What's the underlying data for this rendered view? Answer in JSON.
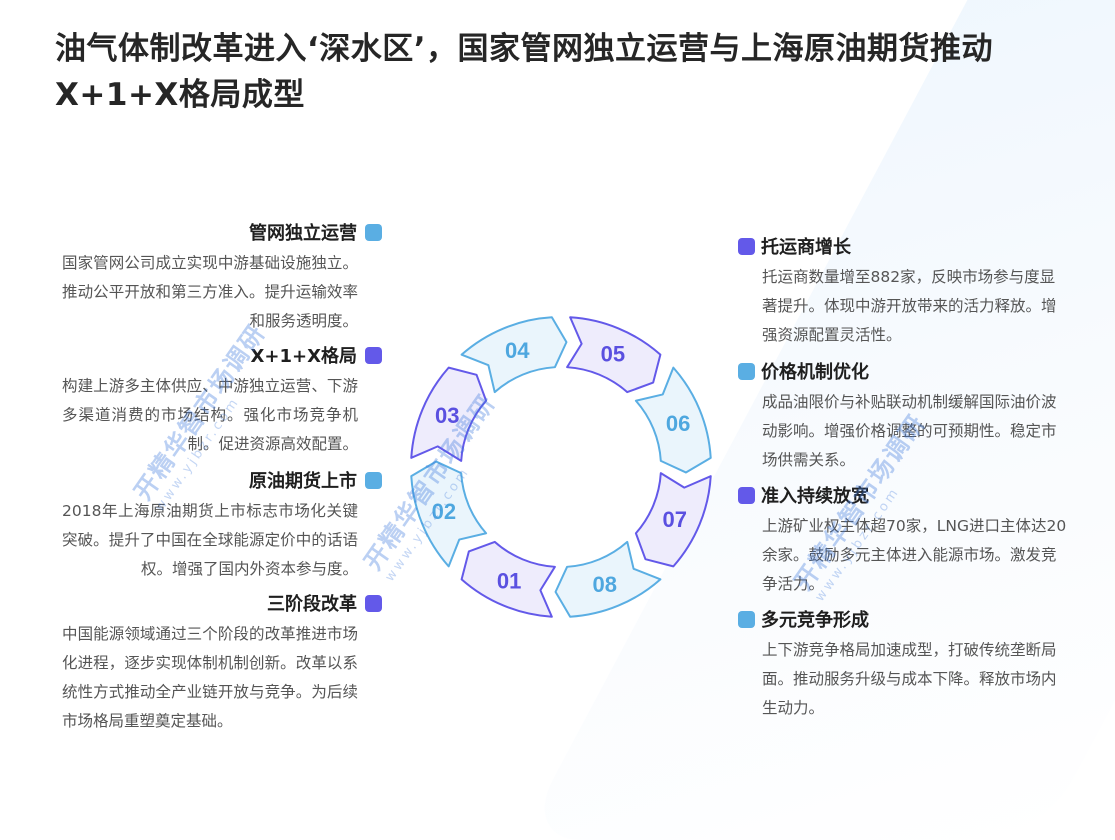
{
  "title": "油气体制改革进入‘深水区’，国家管网独立运营与上海原油期货推动X+1+X格局成型",
  "colors": {
    "blue_marker": "#5aaee3",
    "purple_marker": "#6359e9",
    "blue_fill": "#eaf5fc",
    "purple_fill": "#eeecfc",
    "title_text": "#262626",
    "body_text": "#555555"
  },
  "left_items": [
    {
      "title": "管网独立运营",
      "marker": "blue",
      "text": "国家管网公司成立实现中游基础设施独立。推动公平开放和第三方准入。提升运输效率和服务透明度。"
    },
    {
      "title": "X+1+X格局",
      "marker": "purple",
      "text": "构建上游多主体供应、中游独立运营、下游多渠道消费的市场结构。强化市场竞争机制。促进资源高效配置。"
    },
    {
      "title": "原油期货上市",
      "marker": "blue",
      "text": "2018年上海原油期货上市标志市场化关键突破。提升了中国在全球能源定价中的话语权。增强了国内外资本参与度。"
    },
    {
      "title": "三阶段改革",
      "marker": "purple",
      "text": "中国能源领域通过三个阶段的改革推进市场化进程，逐步实现体制机制创新。改革以系统性方式推动全产业链开放与竞争。为后续市场格局重塑奠定基础。"
    }
  ],
  "right_items": [
    {
      "title": "托运商增长",
      "marker": "purple",
      "text": "托运商数量增至882家，反映市场参与度显著提升。体现中游开放带来的活力释放。增强资源配置灵活性。"
    },
    {
      "title": "价格机制优化",
      "marker": "blue",
      "text": "成品油限价与补贴联动机制缓解国际油价波动影响。增强价格调整的可预期性。稳定市场供需关系。"
    },
    {
      "title": "准入持续放宽",
      "marker": "purple",
      "text": "上游矿业权主体超70家，LNG进口主体达20余家。鼓励多元主体进入能源市场。激发竞争活力。"
    },
    {
      "title": "多元竞争形成",
      "marker": "blue",
      "text": "上下游竞争格局加速成型，打破传统垄断局面。推动服务升级与成本下降。释放市场内生动力。"
    }
  ],
  "cycle": {
    "segments": [
      {
        "label": "01",
        "color": "purple"
      },
      {
        "label": "02",
        "color": "blue"
      },
      {
        "label": "03",
        "color": "purple"
      },
      {
        "label": "04",
        "color": "blue"
      },
      {
        "label": "05",
        "color": "purple"
      },
      {
        "label": "06",
        "color": "blue"
      },
      {
        "label": "07",
        "color": "purple"
      },
      {
        "label": "08",
        "color": "blue"
      }
    ]
  },
  "watermark": {
    "text": "开精华智市场调研",
    "url": "www.yjbzr.com"
  }
}
